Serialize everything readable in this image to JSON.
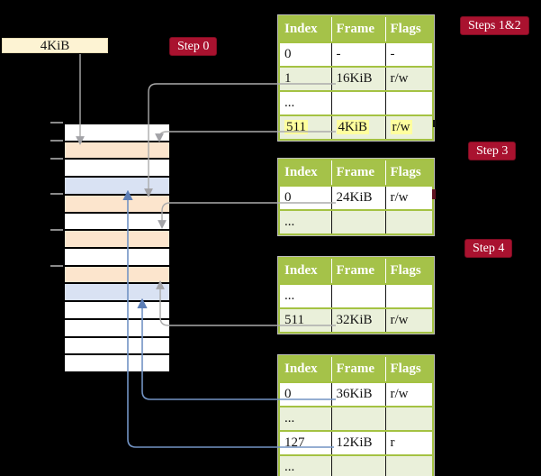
{
  "frame_label": {
    "text": "4KiB"
  },
  "badges": {
    "step0": "Step 0",
    "steps12": "Steps 1&2",
    "step3": "Step 3",
    "step4": "Step 4"
  },
  "memory": {
    "description": "physical memory divided into 4KiB frames",
    "frames": [
      {
        "kind": "free"
      },
      {
        "kind": "pagetable",
        "address": "4KiB"
      },
      {
        "kind": "free"
      },
      {
        "kind": "data",
        "address": "12KiB"
      },
      {
        "kind": "pagetable",
        "address": "16KiB"
      },
      {
        "kind": "free"
      },
      {
        "kind": "pagetable",
        "address": "24KiB"
      },
      {
        "kind": "free"
      },
      {
        "kind": "pagetable",
        "address": "32KiB"
      },
      {
        "kind": "data",
        "address": "36KiB"
      },
      {
        "kind": "free"
      },
      {
        "kind": "free"
      },
      {
        "kind": "free"
      },
      {
        "kind": "free"
      }
    ],
    "tick_row_offsets": [
      0,
      1,
      2,
      4,
      6,
      8
    ]
  },
  "tables": [
    {
      "id": "page-table-steps-1-2",
      "columns": [
        "Index",
        "Frame",
        "Flags"
      ],
      "rows": [
        {
          "cells": [
            "0",
            "-",
            "-"
          ],
          "shaded": false,
          "highlighted": false
        },
        {
          "cells": [
            "1",
            "16KiB",
            "r/w"
          ],
          "shaded": true,
          "highlighted": false
        },
        {
          "cells": [
            "...",
            "",
            ""
          ],
          "shaded": false,
          "highlighted": false
        },
        {
          "cells": [
            "511",
            "4KiB",
            "r/w"
          ],
          "shaded": true,
          "highlighted": true
        }
      ]
    },
    {
      "id": "page-table-step-3",
      "columns": [
        "Index",
        "Frame",
        "Flags"
      ],
      "rows": [
        {
          "cells": [
            "0",
            "24KiB",
            "r/w"
          ],
          "shaded": false,
          "highlighted": false
        },
        {
          "cells": [
            "...",
            "",
            ""
          ],
          "shaded": true,
          "highlighted": false
        }
      ]
    },
    {
      "id": "page-table-step-4",
      "columns": [
        "Index",
        "Frame",
        "Flags"
      ],
      "rows": [
        {
          "cells": [
            "...",
            "",
            ""
          ],
          "shaded": false,
          "highlighted": false
        },
        {
          "cells": [
            "511",
            "32KiB",
            "r/w"
          ],
          "shaded": true,
          "highlighted": false
        }
      ]
    },
    {
      "id": "page-table-final",
      "columns": [
        "Index",
        "Frame",
        "Flags"
      ],
      "rows": [
        {
          "cells": [
            "0",
            "36KiB",
            "r/w"
          ],
          "shaded": false,
          "highlighted": false
        },
        {
          "cells": [
            "...",
            "",
            ""
          ],
          "shaded": true,
          "highlighted": false
        },
        {
          "cells": [
            "127",
            "12KiB",
            "r"
          ],
          "shaded": false,
          "highlighted": false
        },
        {
          "cells": [
            "...",
            "",
            ""
          ],
          "shaded": true,
          "highlighted": false
        }
      ]
    }
  ],
  "connectors": [
    {
      "from": "frame-size-label",
      "to": "frame 4KiB",
      "style": "gray"
    },
    {
      "from": "page-table-steps-1-2 row 1 (16KiB)",
      "to": "frame 16KiB",
      "style": "gray"
    },
    {
      "from": "page-table-steps-1-2 row 511 (4KiB)",
      "to": "frame 4KiB",
      "style": "gray"
    },
    {
      "from": "page-table-step-3 row 0 (24KiB)",
      "to": "frame 24KiB",
      "style": "gray"
    },
    {
      "from": "page-table-step-4 row 511 (32KiB)",
      "to": "frame 32KiB",
      "style": "gray"
    },
    {
      "from": "page-table-final row 0 (36KiB)",
      "to": "frame 36KiB",
      "style": "blue"
    },
    {
      "from": "page-table-final row 127 (12KiB)",
      "to": "frame 12KiB",
      "style": "blue"
    }
  ],
  "colors": {
    "badge_bg": "#a9122f",
    "table_header_bg": "#a5c249",
    "table_border": "#a4c242",
    "table_row_alt_bg": "#eaf0da",
    "frame_pagetable": "#fce5cd",
    "frame_data": "#d9e2f3",
    "frame_label_bg": "#fdf3d3",
    "highlight": "#ffff9e",
    "connector_gray": "#ababab",
    "connector_blue": "#7293c4"
  }
}
